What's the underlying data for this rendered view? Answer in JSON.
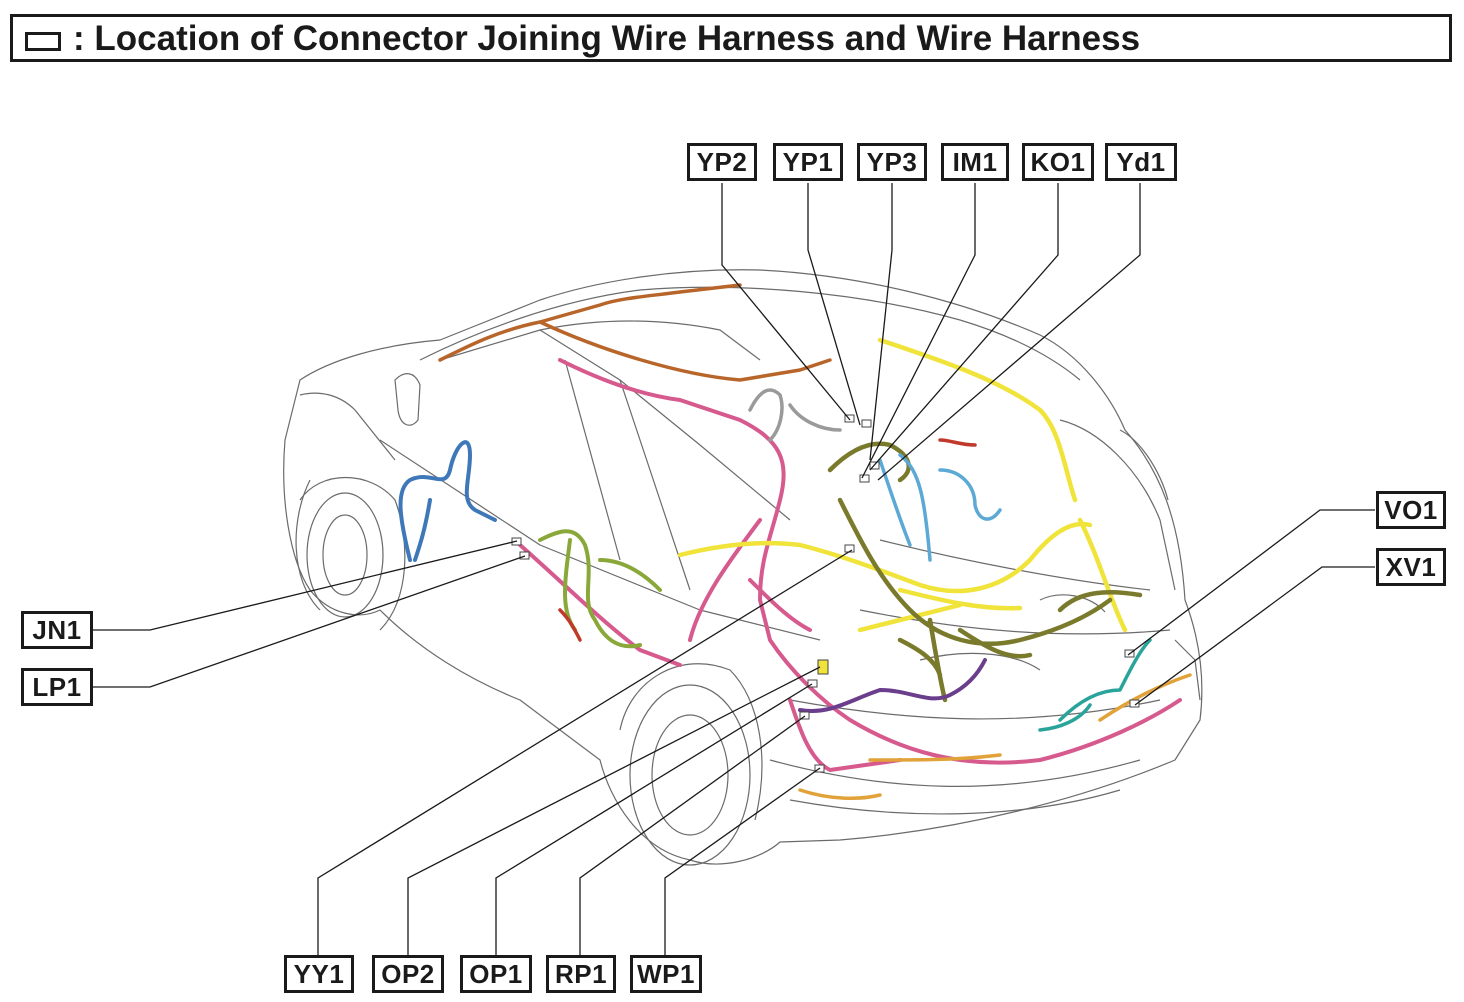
{
  "title": {
    "icon": "connector-box-icon",
    "text": ": Location of Connector Joining Wire Harness and Wire Harness"
  },
  "connectors": {
    "yp2": "YP2",
    "yp1": "YP1",
    "yp3": "YP3",
    "im1": "IM1",
    "ko1": "KO1",
    "yd1": "Yd1",
    "vo1": "VO1",
    "xv1": "XV1",
    "jn1": "JN1",
    "lp1": "LP1",
    "yy1": "YY1",
    "op2": "OP2",
    "op1": "OP1",
    "rp1": "RP1",
    "wp1": "WP1"
  },
  "harness_colors": {
    "roof": "#b8652a",
    "body_pink": "#d65a8e",
    "door_blue": "#3f78b8",
    "door_green": "#8aa83a",
    "floor_yellow": "#f0e33a",
    "floor_olive": "#7a7a2c",
    "light_blue": "#5ba9d4",
    "purple": "#6a3e8c",
    "teal": "#2aa39a",
    "orange": "#e2a23a",
    "red": "#c0392b"
  }
}
